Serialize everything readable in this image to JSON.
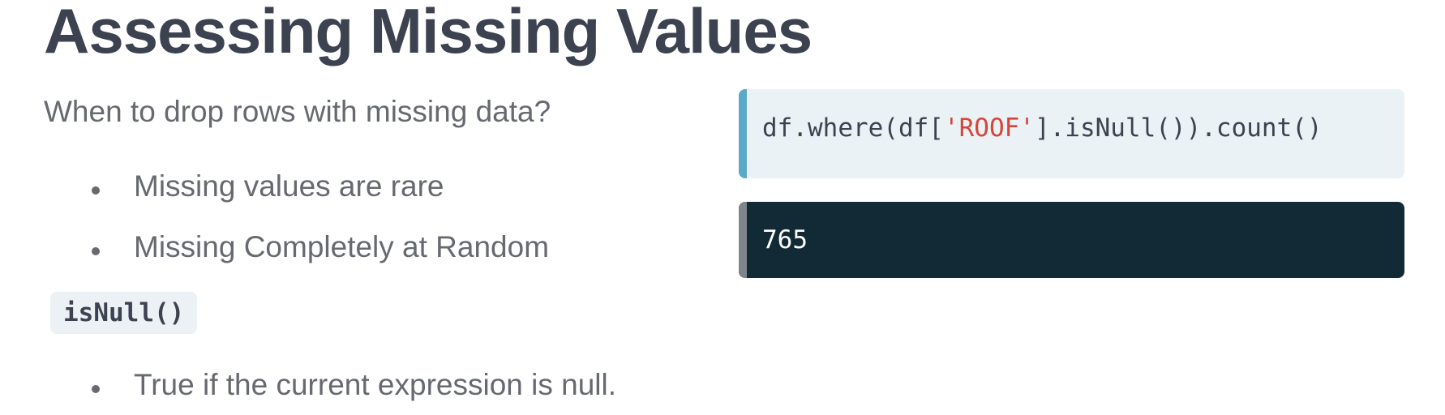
{
  "slide": {
    "title": "Assessing Missing Values",
    "question": "When to drop rows with missing data?",
    "bullets": [
      "Missing values are rare",
      "Missing Completely at Random"
    ],
    "function_name": "isNull()",
    "function_bullets": [
      "True if the current expression is null."
    ]
  },
  "code": {
    "prefix": "df.where(df[",
    "string": "'ROOF'",
    "suffix": "].isNull()).count()",
    "output": "765"
  },
  "colors": {
    "title": "#3d4251",
    "body_text": "#66696f",
    "code_background": "#ebf2f6",
    "code_accent_bar": "#5aa9c8",
    "code_string": "#d6453a",
    "output_background": "#112a36",
    "output_accent_bar": "#7f868b"
  }
}
